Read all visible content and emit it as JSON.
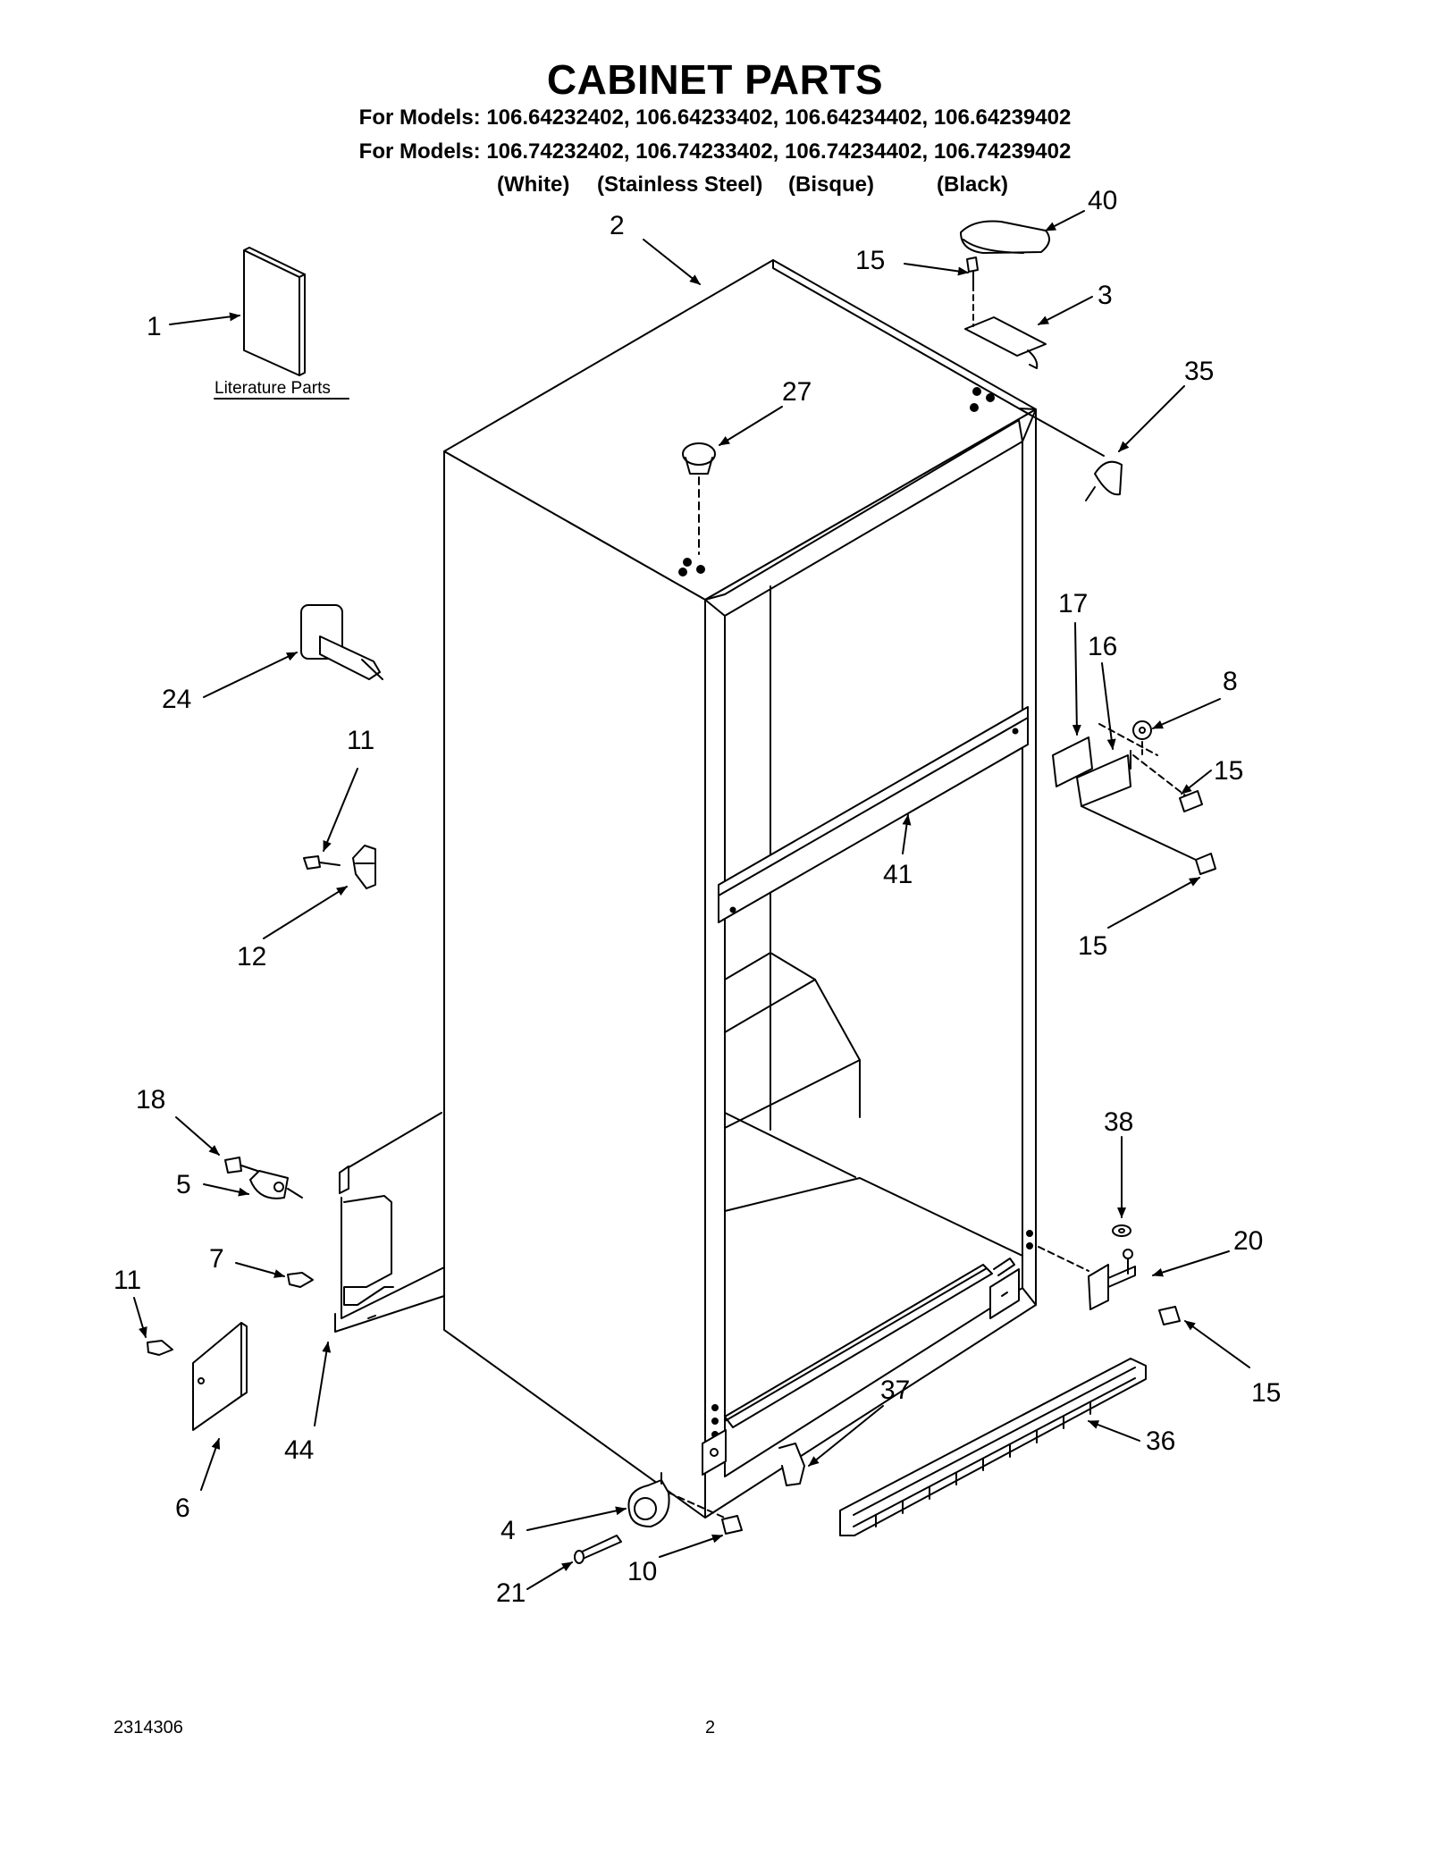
{
  "header": {
    "title": "CABINET PARTS",
    "models_line_1": "For Models: 106.64232402, 106.64233402, 106.64234402, 106.64239402",
    "models_line_2": "For Models: 106.74232402, 106.74233402, 106.74234402, 106.74239402",
    "variants": [
      "(White)",
      "(Stainless Steel)",
      "(Bisque)",
      "(Black)"
    ]
  },
  "literature_label": "Literature Parts",
  "callouts": [
    "1",
    "2",
    "40",
    "15",
    "3",
    "35",
    "27",
    "17",
    "16",
    "8",
    "15",
    "24",
    "11",
    "41",
    "15",
    "12",
    "18",
    "5",
    "38",
    "20",
    "7",
    "11",
    "15",
    "44",
    "6",
    "37",
    "36",
    "4",
    "10",
    "21"
  ],
  "footer": {
    "doc_number": "2314306",
    "page_number": "2"
  }
}
